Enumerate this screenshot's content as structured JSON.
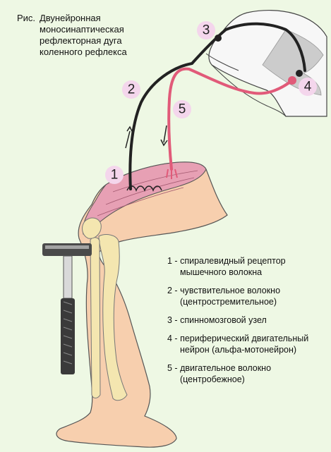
{
  "caption": {
    "prefix": "Рис.",
    "lines": [
      "Двунейронная",
      "моносинаптическая",
      "рефлекторная  дуга",
      "коленного рефлекса"
    ]
  },
  "markers": [
    "1",
    "2",
    "3",
    "4",
    "5"
  ],
  "legend": [
    {
      "num": "1",
      "sep": " - ",
      "line1": "спиралевидный   рецептор",
      "line2": "мышечного    волокна"
    },
    {
      "num": "2",
      "sep": " - ",
      "line1": "чувствительное волокно",
      "line2": "(центростремительное)"
    },
    {
      "num": "3",
      "sep": " - ",
      "line1": "спинномозговой узел",
      "line2": ""
    },
    {
      "num": "4",
      "sep": " - ",
      "line1": "периферический двигательный",
      "line2": "нейрон (альфа-мотонейрон)"
    },
    {
      "num": "5",
      "sep": " - ",
      "line1": "двигательное волокно",
      "line2": "(центробежное)"
    }
  ],
  "colors": {
    "background": "#eef8e4",
    "skin": "#f7cfae",
    "muscle": "#e7a0b4",
    "bone": "#f4e6b0",
    "sensory_fiber": "#222222",
    "motor_fiber": "#e15a79",
    "marker_fill": "#f4d6ec",
    "spinal_white": "#f7f7f7",
    "spinal_grey": "#cccccc"
  }
}
